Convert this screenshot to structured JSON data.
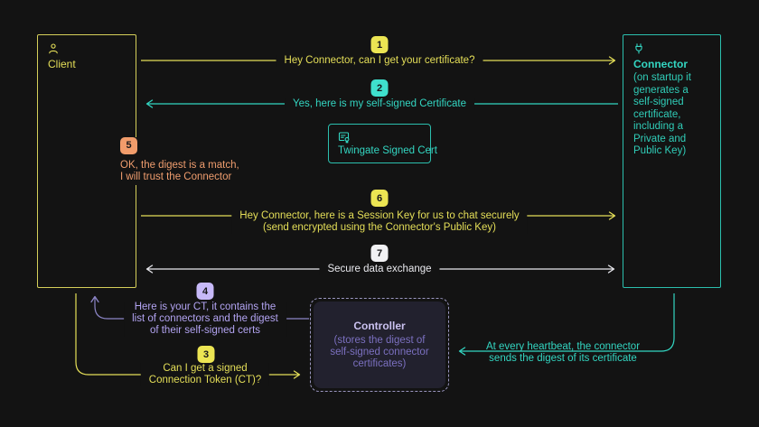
{
  "colors": {
    "background": "#131313",
    "yellow": "#e5df58",
    "teal": "#33d6c2",
    "orange": "#ef9d6e",
    "purple": "#b3a4f2",
    "white": "#e9e9ee",
    "controller_fill": "#22212e"
  },
  "client_box": {
    "label": "Client"
  },
  "connector_box": {
    "title": "Connector",
    "description": "(on startup it generates a self-signed certificate, including a Private and Public Key)"
  },
  "cert_box": {
    "label": "Twingate Signed Cert"
  },
  "controller_box": {
    "title": "Controller",
    "description": "(stores the digest of self-signed connector certificates)"
  },
  "steps": {
    "s1": {
      "number": "1",
      "text": "Hey Connector, can I get your certificate?"
    },
    "s2": {
      "number": "2",
      "text": "Yes, here is my self-signed Certificate"
    },
    "s3": {
      "number": "3",
      "line1": "Can I get a signed",
      "line2": "Connection Token (CT)?"
    },
    "s4": {
      "number": "4",
      "line1": "Here is your CT, it contains the",
      "line2": "list of connectors and the digest",
      "line3": "of their self-signed certs"
    },
    "s5": {
      "number": "5",
      "line1": "OK, the digest is a match,",
      "line2": "I will trust the Connector"
    },
    "s6": {
      "number": "6",
      "line1": "Hey Connector, here is a Session Key for us to chat securely",
      "line2": "(send encrypted using the Connector's Public Key)"
    },
    "s7": {
      "number": "7",
      "text": "Secure data exchange"
    }
  },
  "heartbeat": {
    "line1": "At every heartbeat, the connector",
    "line2": "sends the digest of its certificate"
  }
}
